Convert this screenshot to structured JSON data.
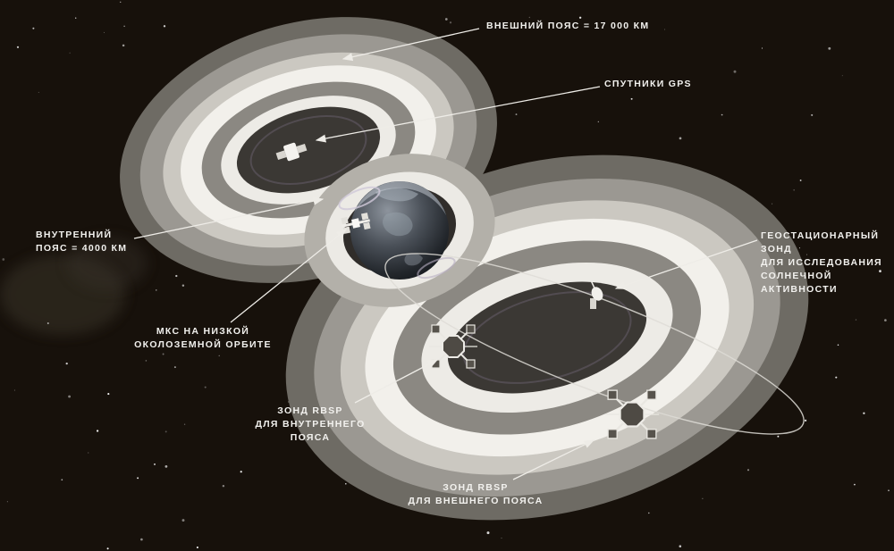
{
  "callouts": {
    "outer_belt": {
      "label": "ВНЕШНИЙ ПОЯС = 17 000 КМ"
    },
    "gps": {
      "label": "СПУТНИКИ GPS"
    },
    "inner_belt": {
      "label": "ВНУТРЕННИЙ\nПОЯС = 4000 КМ"
    },
    "geo_probe": {
      "label": "ГЕОСТАЦИОНАРНЫЙ\nЗОНД\nДЛЯ ИССЛЕДОВАНИЯ\nСОЛНЕЧНОЙ\nАКТИВНОСТИ"
    },
    "iss": {
      "label": "МКС НА НИЗКОЙ\nОКОЛОЗЕМНОЙ ОРБИТЕ"
    },
    "rbsp_inner": {
      "label": "ЗОНД RBSP\nДЛЯ ВНУТРЕННЕГО\nПОЯСА"
    },
    "rbsp_outer": {
      "label": "ЗОНД RBSP\nДЛЯ ВНЕШНЕГО ПОЯСА"
    }
  },
  "icons": {
    "gps": "gps-satellite-icon",
    "iss": "iss-icon",
    "geo_probe": "geostationary-probe-icon",
    "rbsp_inner": "rbsp-probe-icon",
    "rbsp_outer": "rbsp-probe-icon"
  },
  "colors": {
    "background": "#17110b",
    "belt_outer": "#6e6b64",
    "belt_mid": "#9b9892",
    "belt_light": "#cbc8c1",
    "belt_white": "#f2f0eb",
    "belt_hole": "#3b3834",
    "label_text": "#f2f1ee",
    "line": "#eeece7"
  }
}
